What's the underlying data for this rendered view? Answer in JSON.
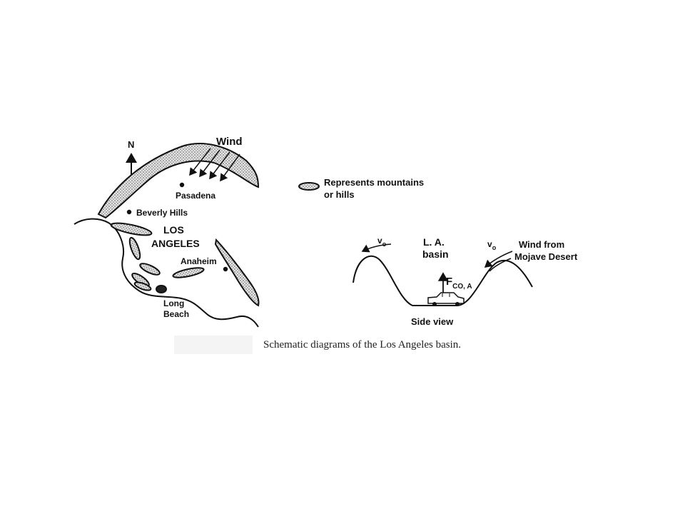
{
  "map": {
    "north": "N",
    "wind": "Wind",
    "pasadena": "Pasadena",
    "beverly_hills": "Beverly Hills",
    "los": "LOS",
    "angeles": "ANGELES",
    "anaheim": "Anaheim",
    "long": "Long",
    "beach": "Beach"
  },
  "legend": {
    "line1": "Represents mountains",
    "line2": "or hills"
  },
  "side": {
    "v_left": "v",
    "v_left_sub": "o",
    "basin1": "L. A.",
    "basin2": "basin",
    "v_right": "v",
    "v_right_sub": "o",
    "wind1": "Wind from",
    "wind2": "Mojave Desert",
    "flux": "F",
    "flux_sub": "CO, A",
    "title": "Side view"
  },
  "caption": "Schematic diagrams of the Los Angeles basin.",
  "colors": {
    "ink": "#111111",
    "stipple": "#b9b9b9",
    "caption_bg": "#f4f4f4"
  }
}
